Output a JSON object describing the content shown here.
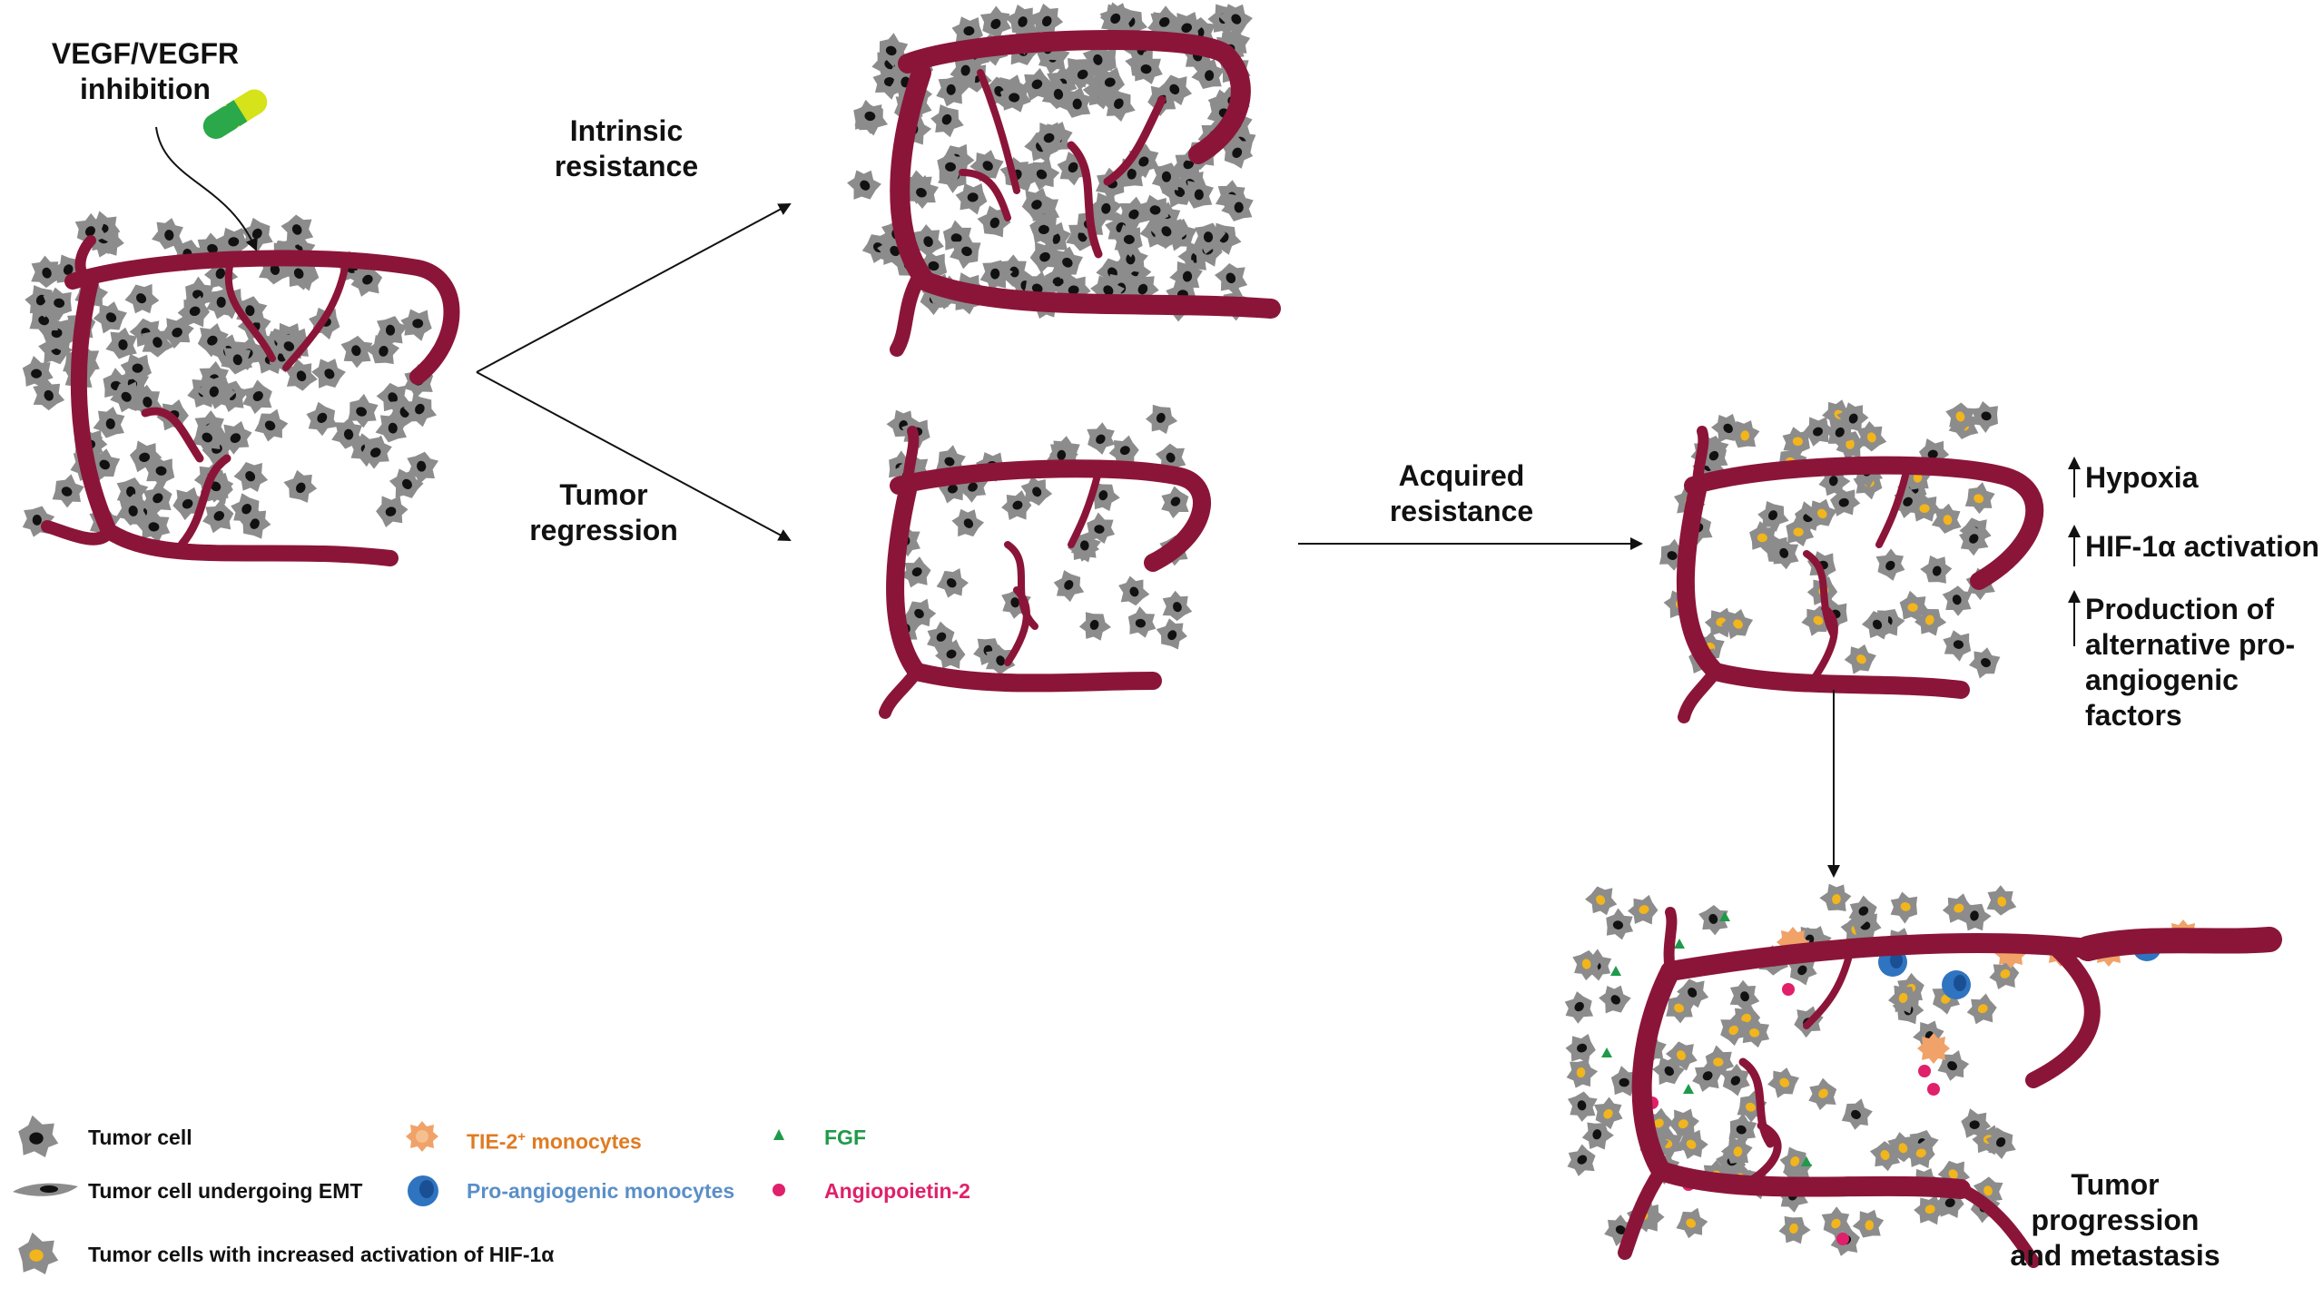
{
  "labels": {
    "drug": "VEGF/VEGFR\ninhibition",
    "intrinsic": "Intrinsic\nresistance",
    "regression": "Tumor\nregression",
    "acquired": "Acquired\nresistance",
    "progression": "Tumor\nprogression\nand metastasis"
  },
  "effects": [
    "Hypoxia",
    "HIF-1α activation",
    "Production of\nalternative pro-\nangiogenic\nfactors"
  ],
  "legend": {
    "tumor_cell": "Tumor cell",
    "emt_cell": "Tumor cell undergoing EMT",
    "hif_cell": "Tumor cells with increased activation of HIF-1α",
    "tie2_prefix": "TIE-2",
    "tie2_sup": "+",
    "tie2_suffix": " monocytes",
    "pro_mono": "Pro-angiogenic monocytes",
    "fgf": "FGF",
    "ang2": "Angiopoietin-2"
  },
  "colors": {
    "vessel": "#8b1538",
    "tumor_cell": "#8c8c8c",
    "nucleus": "#111111",
    "hif_nucleus": "#f2b51c",
    "tie2": "#f0a268",
    "pro_mono": "#2f74c0",
    "fgf": "#1f9a4a",
    "ang2": "#e0206a",
    "tie2_text": "#e07b22",
    "pro_mono_text": "#5a8fc8",
    "fgf_text": "#1f9a4a",
    "ang2_text": "#e0206a"
  }
}
